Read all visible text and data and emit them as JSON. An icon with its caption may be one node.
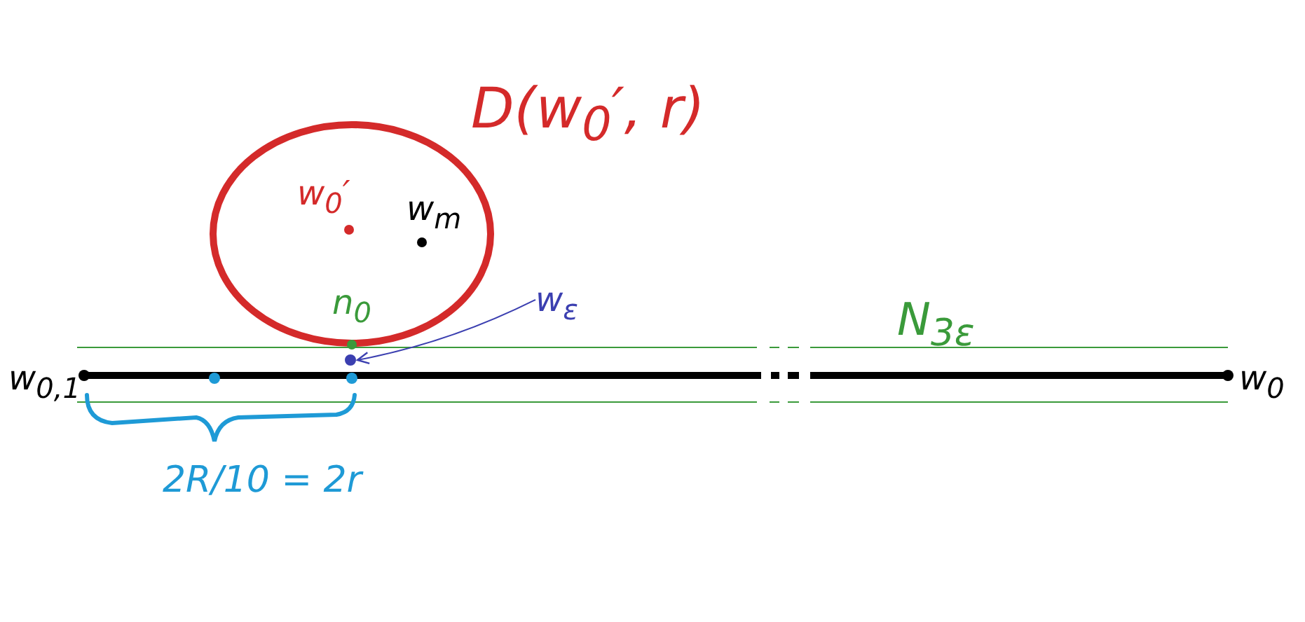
{
  "diagram": {
    "nodes": [
      {
        "text": [
          "w$_{ε}$"
        ]
      },
      {
        "text": [],
        "shape": "circle"
      }
    ],
    "edges": [
      {
        "from": 0,
        "to": 1,
        "arrow": "to"
      }
    ],
    "labels": [
      "D(w$_{0}$′, r)",
      "w$_{0}$′",
      "w$_{m}$",
      "n$_{0}$",
      "N$_{3ε}$",
      "w$_{0,1}$",
      "w$_{0}$",
      "2R/10 = 2r"
    ]
  }
}
